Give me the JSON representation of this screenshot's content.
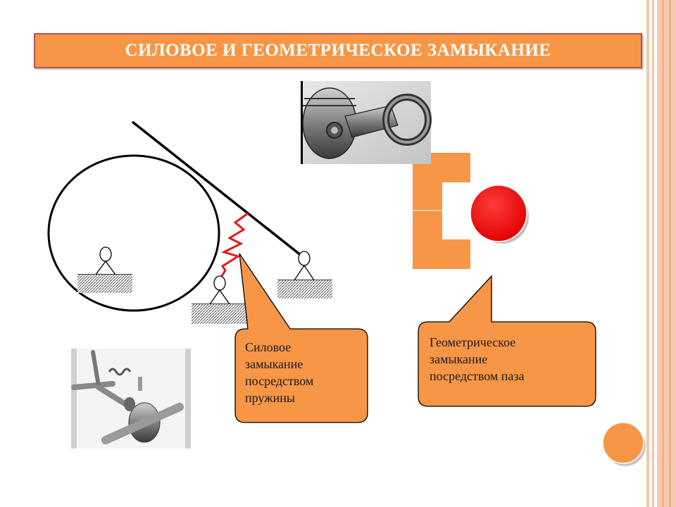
{
  "slide": {
    "title": "СИЛОВОЕ И ГЕОМЕТРИЧЕСКОЕ ЗАМЫКАНИЕ"
  },
  "callouts": {
    "force": {
      "lines": [
        "Силовое",
        "замыкание",
        "посредством",
        "пружины"
      ]
    },
    "geometric": {
      "lines": [
        "Геометрическое",
        "замыкание",
        "посредством паза"
      ]
    }
  },
  "colors": {
    "accent": "#f79646",
    "accent_border": "#c0504d",
    "spring": "#e31b1b",
    "roller": "#ff0000",
    "right_border": "#f4b183"
  }
}
